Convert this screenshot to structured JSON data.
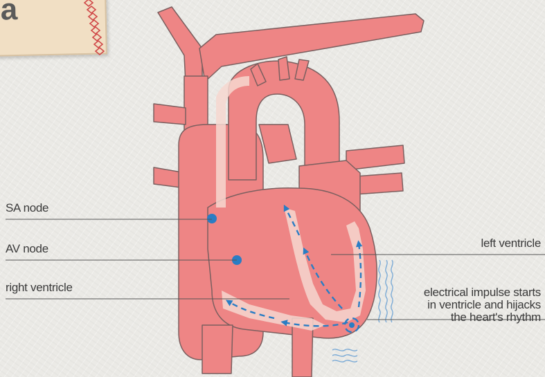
{
  "title": {
    "text": "ia"
  },
  "labels": {
    "sa_node": "SA node",
    "av_node": "AV node",
    "right_ventricle": "right ventricle",
    "left_ventricle": "left ventricle",
    "impulse_line1": "electrical impulse starts",
    "impulse_line2": "in ventricle and hijacks",
    "impulse_line3": "the heart's rhythm"
  },
  "colors": {
    "heart_fill": "#ee8585",
    "heart_outline": "#7a5f5f",
    "node_color": "#2a7dc4",
    "arrow_color": "#2a7dc4",
    "title_card": "#f1dfc4",
    "zigzag": "#d04848"
  },
  "icons": {
    "impulse_origin": "spark-icon",
    "current_arrows": "arrow-icon",
    "vibration": "wave-lines-icon"
  }
}
